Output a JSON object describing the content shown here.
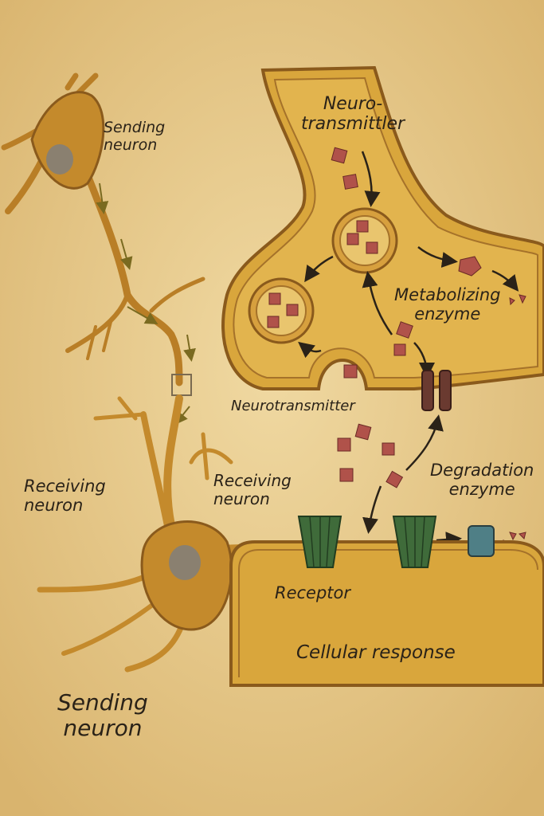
{
  "labels": {
    "sending_neuron_top": [
      "Sending",
      "neuron"
    ],
    "neurotransmitter_top": [
      "Neuro-",
      "transmittler"
    ],
    "metabolizing_enzyme": [
      "Metabolizing",
      "enzyme"
    ],
    "neurotransmitter_cleft": "Neurotransmitter",
    "receiving_neuron_left": [
      "Receiving",
      "neuron"
    ],
    "receiving_neuron_mid": [
      "Receiving",
      "neuron"
    ],
    "degradation_enzyme": [
      "Degradation",
      "enzyme"
    ],
    "receptor": "Receptor",
    "cellular_response": "Cellular response",
    "sending_neuron_bottom": [
      "Sending",
      "neuron"
    ]
  },
  "colors": {
    "parchment": "#e8cc8e",
    "neuron": "#c8902e",
    "terminal": "#d9a63c",
    "outline": "#8a5a1c",
    "vesicle": "#e8c06a",
    "molecule": "#b0524a",
    "receptor": "#3f6b3a",
    "channel": "#6a3a30",
    "enzyme": "#4f7f86"
  }
}
